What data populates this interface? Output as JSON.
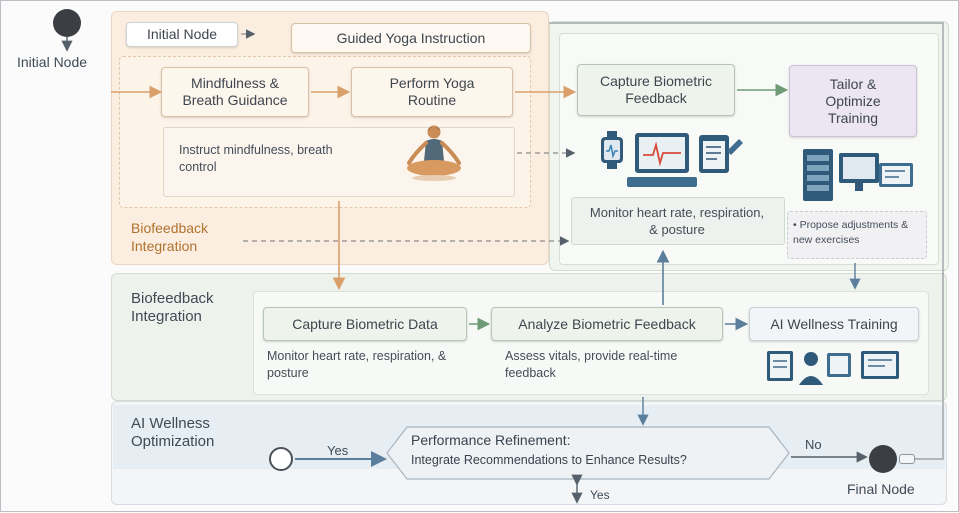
{
  "diagram": {
    "initial_node_label": "Initial Node",
    "initial_node_tag": "Initial Node",
    "guided_yoga_title": "Guided Yoga Instruction",
    "mindfulness_box": "Mindfulness & Breath Guidance",
    "perform_yoga_box": "Perform Yoga Routine",
    "instruct_note": "Instruct mindfulness, breath control",
    "biofeedback_label_top": "Biofeedback Integration",
    "capture_feedback_box": "Capture Biometric Feedback",
    "tailor_box": "Tailor & Optimize Training",
    "monitor_note_top": "Monitor heart rate, respiration, & posture",
    "propose_note": "• Propose adjustments & new exercises",
    "biofeedback_label_mid": "Biofeedback Integration",
    "capture_data_box": "Capture Biometric Data",
    "analyze_box": "Analyze Biometric Feedback",
    "ai_training_box": "AI Wellness Training",
    "monitor_note_mid": "Monitor heart rate, respiration, & posture",
    "assess_note": "Assess vitals, provide real-time feedback",
    "ai_opt_label": "AI Wellness Optimization",
    "yes_left": "Yes",
    "decision_title": "Performance Refinement:",
    "decision_sub": "Integrate Recommendations to Enhance Results?",
    "no_label": "No",
    "yes_bottom": "Yes",
    "final_node_label": "Final Node"
  },
  "colors": {
    "orange_arrow": "#d9a06a",
    "green_arrow": "#6f9a76",
    "blue_arrow": "#5b7e9c"
  }
}
